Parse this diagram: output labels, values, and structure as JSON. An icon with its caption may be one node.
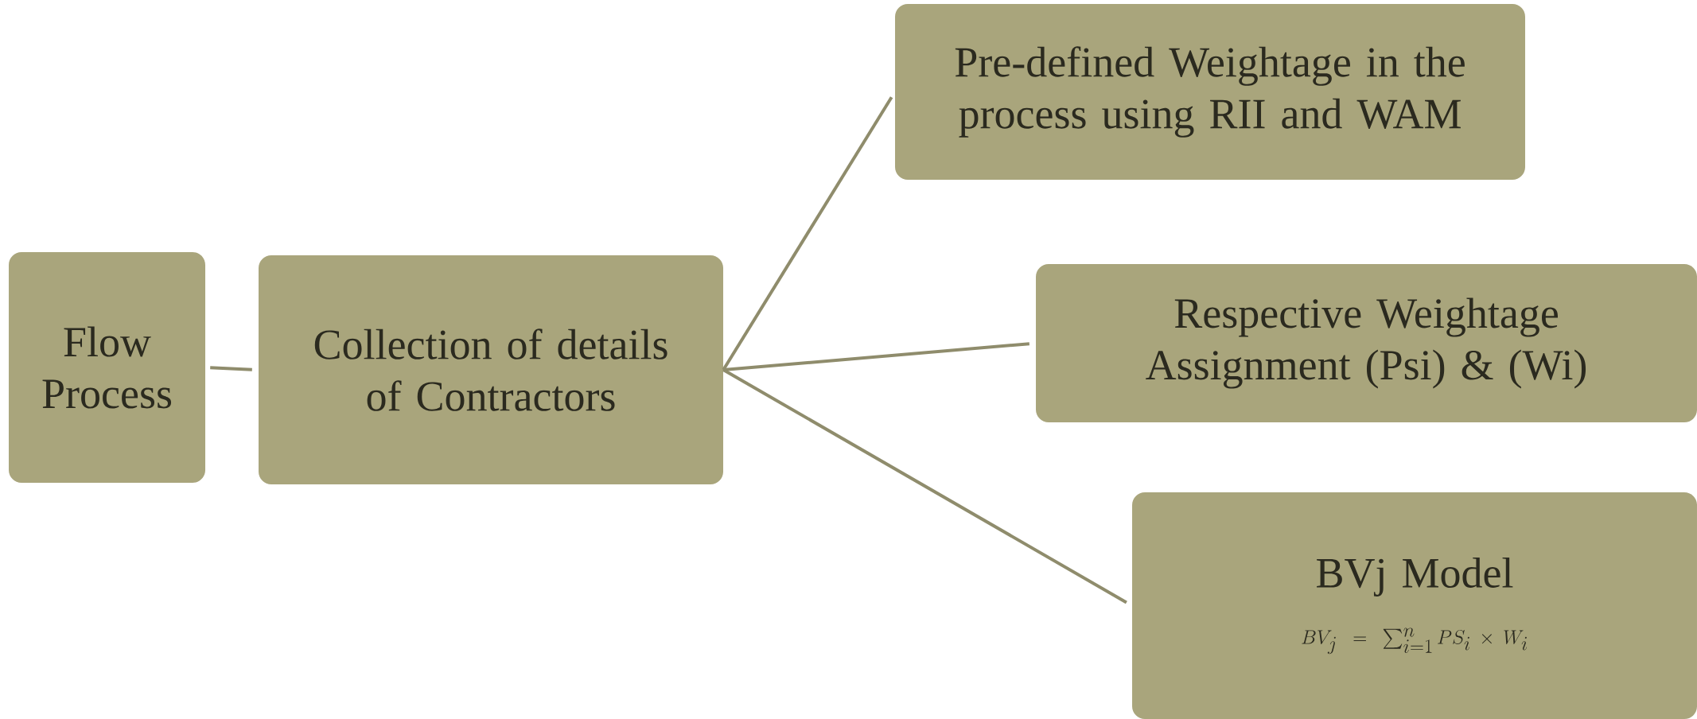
{
  "diagram": {
    "nodes": [
      {
        "text": [
          "Flow Process"
        ]
      },
      {
        "text": [
          "Collection of details of Contractors"
        ]
      },
      {
        "text": [
          "Pre-defined Weightage in the process using RII and WAM"
        ]
      },
      {
        "text": [
          "Respective Weightage Assignment (Psi) & (Wi)"
        ]
      },
      {
        "text": [
          "BVj Model",
          "BV_j = \\sum_{i=1}^{n} PS_i \\times W_i"
        ]
      }
    ],
    "edges": [
      {
        "from": 0,
        "to": 1,
        "arrow": "none"
      },
      {
        "from": 1,
        "to": 2,
        "arrow": "none"
      },
      {
        "from": 1,
        "to": 3,
        "arrow": "none"
      },
      {
        "from": 1,
        "to": 4,
        "arrow": "none"
      }
    ]
  }
}
